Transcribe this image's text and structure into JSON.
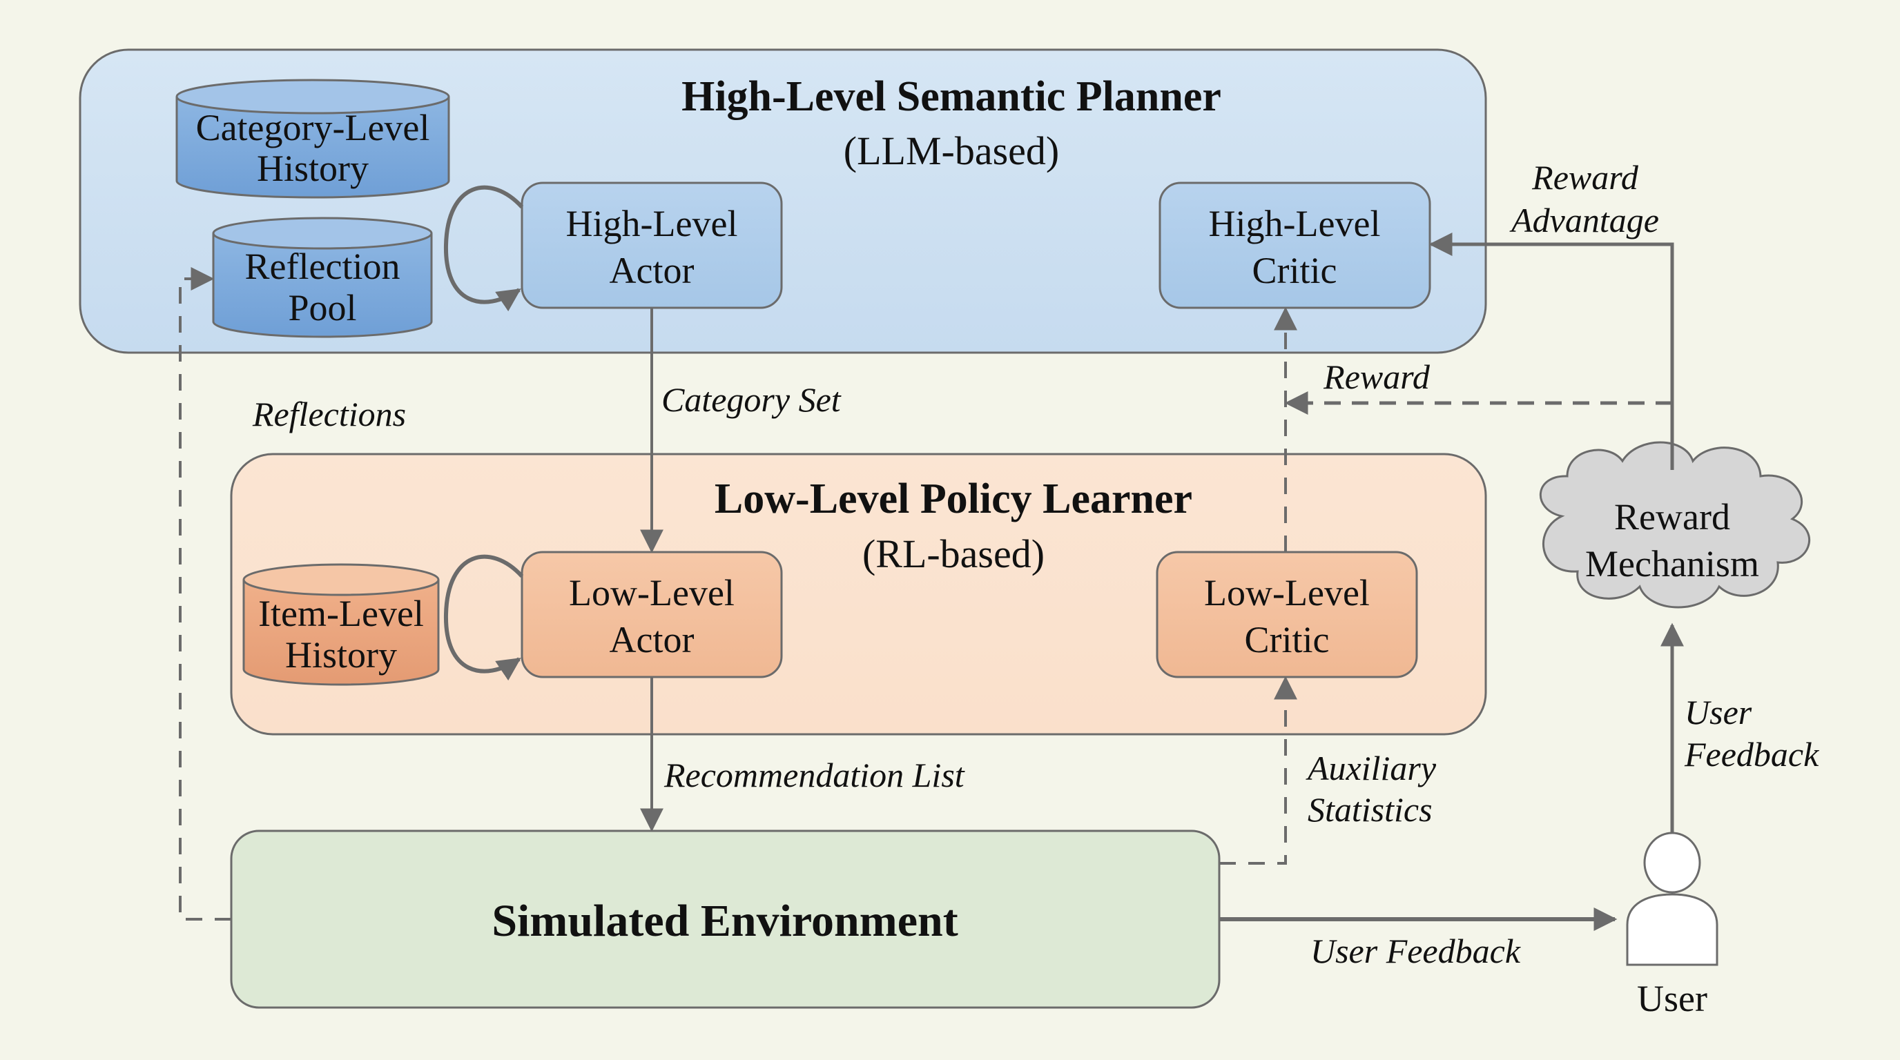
{
  "planner": {
    "title": "High-Level Semantic Planner",
    "subtitle": "(LLM-based)",
    "category_history": [
      "Category-Level",
      "History"
    ],
    "reflection_pool": [
      "Reflection",
      "Pool"
    ],
    "actor": [
      "High-Level",
      "Actor"
    ],
    "critic": [
      "High-Level",
      "Critic"
    ]
  },
  "learner": {
    "title": "Low-Level Policy Learner",
    "subtitle": "(RL-based)",
    "item_history": [
      "Item-Level",
      "History"
    ],
    "actor": [
      "Low-Level",
      "Actor"
    ],
    "critic": [
      "Low-Level",
      "Critic"
    ]
  },
  "environment": {
    "title": "Simulated Environment"
  },
  "reward_mechanism": [
    "Reward",
    "Mechanism"
  ],
  "user": {
    "label": "User"
  },
  "edges": {
    "reflections": "Reflections",
    "category_set": "Category Set",
    "recommendation_list": "Recommendation List",
    "auxiliary_statistics": [
      "Auxiliary",
      "Statistics"
    ],
    "reward": "Reward",
    "reward_advantage": [
      "Reward",
      "Advantage"
    ],
    "user_feedback_up": [
      "User",
      "Feedback"
    ],
    "user_feedback_right": "User Feedback"
  },
  "colors": {
    "background": "#f4f5ea",
    "planner_fill": "#cfe0f0",
    "blue_node": "#a9c9e8",
    "blue_cylinder": "#7fabdc",
    "learner_fill": "#fbe3d0",
    "orange_node": "#f3bf9c",
    "orange_cylinder": "#eba67e",
    "env_fill": "#dde9d5",
    "cloud_fill": "#d6d6d6",
    "stroke": "#6b6b6b"
  }
}
